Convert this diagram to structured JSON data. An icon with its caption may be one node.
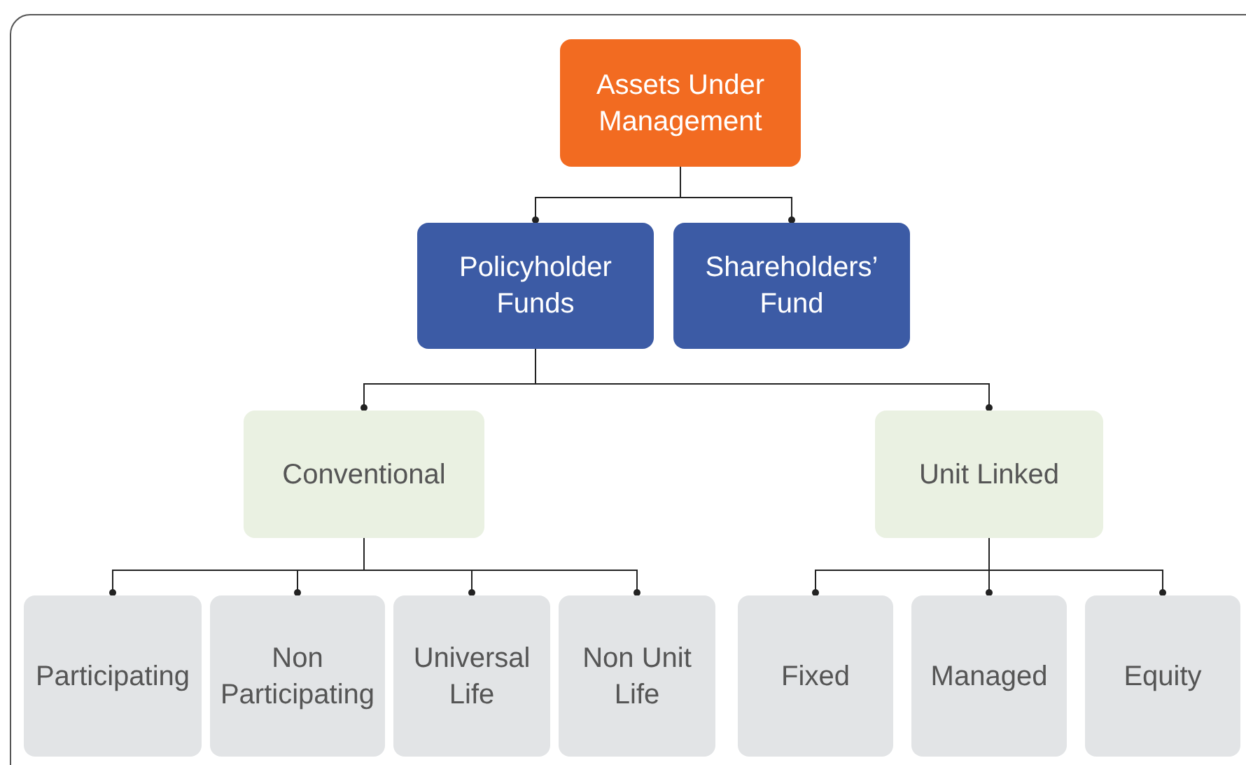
{
  "diagram": {
    "nodes": [
      {
        "text": [
          "Assets Under Management"
        ]
      },
      {
        "text": [
          "Policyholder Funds"
        ]
      },
      {
        "text": [
          "Shareholders’ Fund"
        ]
      },
      {
        "text": [
          "Conventional"
        ]
      },
      {
        "text": [
          "Unit Linked"
        ]
      },
      {
        "text": [
          "Participating"
        ]
      },
      {
        "text": [
          "Non Participating"
        ]
      },
      {
        "text": [
          "Universal Life"
        ]
      },
      {
        "text": [
          "Non Unit Life"
        ]
      },
      {
        "text": [
          "Fixed"
        ]
      },
      {
        "text": [
          "Managed"
        ]
      },
      {
        "text": [
          "Equity"
        ]
      }
    ],
    "edges": [
      {
        "from": 0,
        "to": 1,
        "arrow": "other"
      },
      {
        "from": 0,
        "to": 2,
        "arrow": "other"
      },
      {
        "from": 1,
        "to": 3,
        "arrow": "other"
      },
      {
        "from": 1,
        "to": 4,
        "arrow": "other"
      },
      {
        "from": 3,
        "to": 5,
        "arrow": "other"
      },
      {
        "from": 3,
        "to": 6,
        "arrow": "other"
      },
      {
        "from": 3,
        "to": 7,
        "arrow": "other"
      },
      {
        "from": 3,
        "to": 8,
        "arrow": "other"
      },
      {
        "from": 4,
        "to": 9,
        "arrow": "other"
      },
      {
        "from": 4,
        "to": 10,
        "arrow": "other"
      },
      {
        "from": 4,
        "to": 11,
        "arrow": "other"
      }
    ]
  }
}
